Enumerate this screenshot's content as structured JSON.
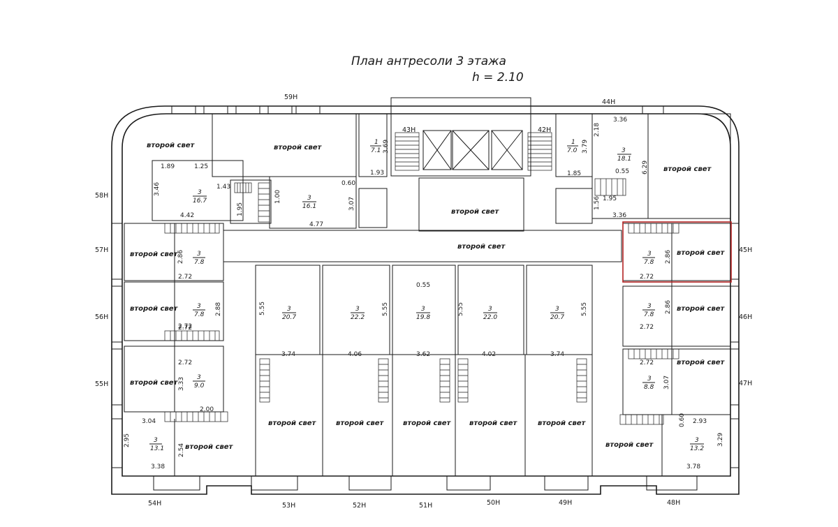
{
  "title": {
    "line1": "План антресоли 3 этажа",
    "line2": "h = 2.10"
  },
  "labels": {
    "second_light": "второй свет"
  },
  "axes": {
    "top": [
      "59Н",
      "43Н",
      "42Н",
      "44Н"
    ],
    "left": [
      "58Н",
      "57Н",
      "56Н",
      "55Н"
    ],
    "right": [
      "45Н",
      "46Н",
      "47Н"
    ],
    "bottom": [
      "54Н",
      "53Н",
      "52Н",
      "51Н",
      "50Н",
      "49Н",
      "48Н"
    ]
  },
  "rooms": [
    {
      "num": "3",
      "area": "16.7"
    },
    {
      "num": "3",
      "area": "16.1"
    },
    {
      "num": "1",
      "area": "7.1"
    },
    {
      "num": "1",
      "area": "7.0"
    },
    {
      "num": "3",
      "area": "18.1"
    },
    {
      "num": "3",
      "area": "7.8"
    },
    {
      "num": "3",
      "area": "7.8"
    },
    {
      "num": "3",
      "area": "9.0"
    },
    {
      "num": "3",
      "area": "13.1"
    },
    {
      "num": "3",
      "area": "20.7"
    },
    {
      "num": "3",
      "area": "22.2"
    },
    {
      "num": "3",
      "area": "19.8"
    },
    {
      "num": "3",
      "area": "22.0"
    },
    {
      "num": "3",
      "area": "20.7"
    },
    {
      "num": "3",
      "area": "7.8"
    },
    {
      "num": "3",
      "area": "7.8"
    },
    {
      "num": "3",
      "area": "8.8"
    },
    {
      "num": "3",
      "area": "13.2"
    }
  ],
  "dimensions": [
    "1.89",
    "1.25",
    "1.43",
    "3.46",
    "4.42",
    "1.95",
    "1.00",
    "4.77",
    "3.07",
    "0.60",
    "3.69",
    "1.93",
    "3.79",
    "1.85",
    "2.18",
    "3.36",
    "0.55",
    "6.29",
    "1.95",
    "1.56",
    "3.36",
    "2.86",
    "2.72",
    "2.72",
    "2.88",
    "2.72",
    "2.72",
    "3.33",
    "2.00",
    "3.04",
    "2.95",
    "2.54",
    "3.38",
    "5.55",
    "5.55",
    "0.55",
    "5.55",
    "5.55",
    "3.74",
    "4.06",
    "3.62",
    "4.02",
    "3.74",
    "2.86",
    "2.72",
    "2.86",
    "2.72",
    "2.72",
    "3.07",
    "0.60",
    "2.93",
    "3.29",
    "3.78"
  ]
}
